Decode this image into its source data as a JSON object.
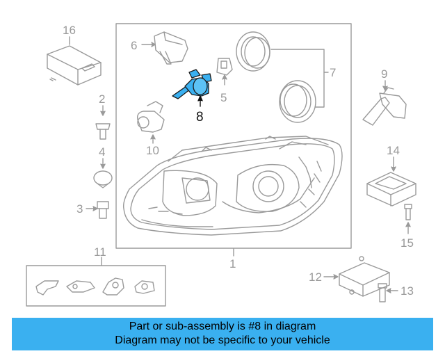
{
  "diagram": {
    "callouts": {
      "c1": "1",
      "c2": "2",
      "c3": "3",
      "c4": "4",
      "c5": "5",
      "c6": "6",
      "c7": "7",
      "c8": "8",
      "c9": "9",
      "c10": "10",
      "c11": "11",
      "c12": "12",
      "c13": "13",
      "c14": "14",
      "c15": "15",
      "c16": "16"
    },
    "highlighted_part": "8",
    "colors": {
      "highlight": "#3ab0f0",
      "line": "#9a9a9a",
      "banner": "#3ab0f0"
    }
  },
  "banner": {
    "line1": "Part or sub-assembly is #8 in diagram",
    "line2": "Diagram may not be specific to your vehicle"
  }
}
